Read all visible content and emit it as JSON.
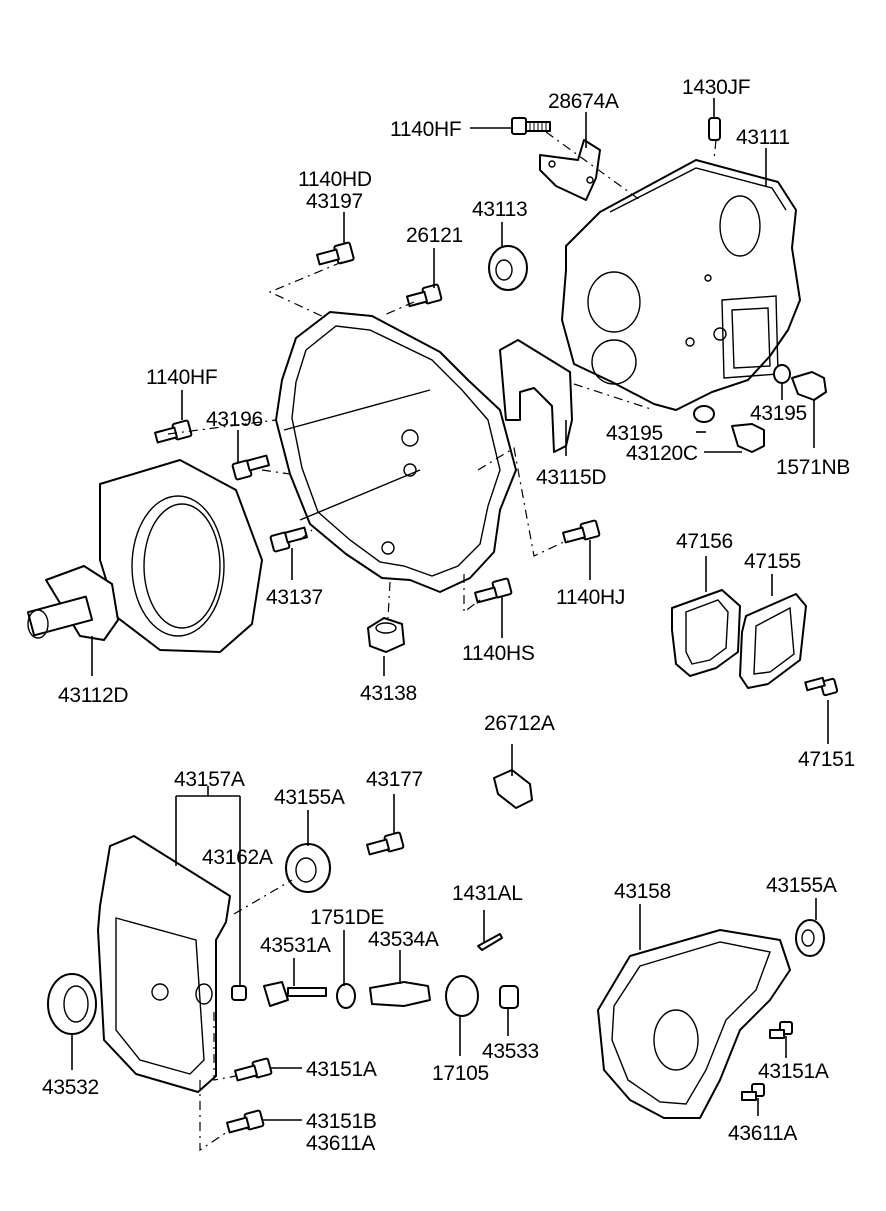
{
  "labels": {
    "p1140HF_top": "1140HF",
    "p28674A": "28674A",
    "p1430JF": "1430JF",
    "p43111": "43111",
    "p1140HD": "1140HD",
    "p43197": "43197",
    "p43113": "43113",
    "p26121": "26121",
    "p1140HF_left": "1140HF",
    "p43196": "43196",
    "p43195_right": "43195",
    "p43195_mid": "43195",
    "p43120C": "43120C",
    "p1571NB": "1571NB",
    "p43115D": "43115D",
    "p1140HJ": "1140HJ",
    "p43137": "43137",
    "p1140HS": "1140HS",
    "p43112D": "43112D",
    "p43138": "43138",
    "p47156": "47156",
    "p47155": "47155",
    "p47151": "47151",
    "p26712A": "26712A",
    "p43157A": "43157A",
    "p43155A_left": "43155A",
    "p43177": "43177",
    "p43162A": "43162A",
    "p1431AL": "1431AL",
    "p1751DE": "1751DE",
    "p43531A": "43531A",
    "p43534A": "43534A",
    "p43158": "43158",
    "p43155A_right": "43155A",
    "p43532": "43532",
    "p43533": "43533",
    "p17105": "17105",
    "p43151A_left": "43151A",
    "p43151A_right": "43151A",
    "p43151B": "43151B",
    "p43611A_left": "43611A",
    "p43611A_right": "43611A"
  }
}
